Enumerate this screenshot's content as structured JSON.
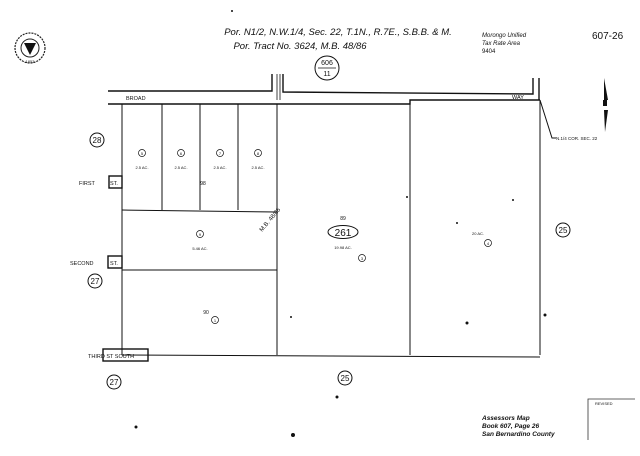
{
  "header": {
    "title_line1": "Por. N1/2, N.W.1/4, Sec. 22, T.1N., R.7E., S.B.B. & M.",
    "title_line2": "Por. Tract No. 3624, M.B. 48/86",
    "district_line1": "Morongo Unified",
    "district_line2": "Tax Rate Area",
    "district_line3": "9404",
    "map_number": "607-26",
    "seal_year": "1853",
    "seal_text": "COUNTY OF SAN BERNARDINO"
  },
  "index_circle": {
    "top": "606",
    "bottom": "11"
  },
  "streets": {
    "broad": "BROAD",
    "way": "WAY",
    "first": "FIRST",
    "first_st": "ST.",
    "second": "SECOND",
    "second_st": "ST.",
    "third": "THIRD ST SOUTH"
  },
  "corner_note": "N.1/4 COR. SEC. 22",
  "tract_ref": "M.B. 48/86",
  "adjacent_maps": [
    "28",
    "27",
    "27",
    "25",
    "25"
  ],
  "lots": [
    {
      "number": "5",
      "area": "2.5 AC."
    },
    {
      "number": "6",
      "area": "2.5 AC."
    },
    {
      "number": "7",
      "area": "2.5 AC."
    },
    {
      "number": "8",
      "area": "2.5 AC."
    },
    {
      "number": "9",
      "area": "5.46 AC."
    }
  ],
  "block_261": {
    "book_num": "89",
    "page": "261",
    "area": "19.98 AC.",
    "parcel": "3"
  },
  "parcel_4": {
    "area": "20 AC.",
    "parcel": "4"
  },
  "parcel_1": {
    "lot": "90",
    "parcel": "1"
  },
  "lot_98": "98",
  "footer": {
    "line1": "Assessors Map",
    "line2": "Book 607, Page 26",
    "line3": "San Bernardino County",
    "revised_label": "REVISED"
  }
}
